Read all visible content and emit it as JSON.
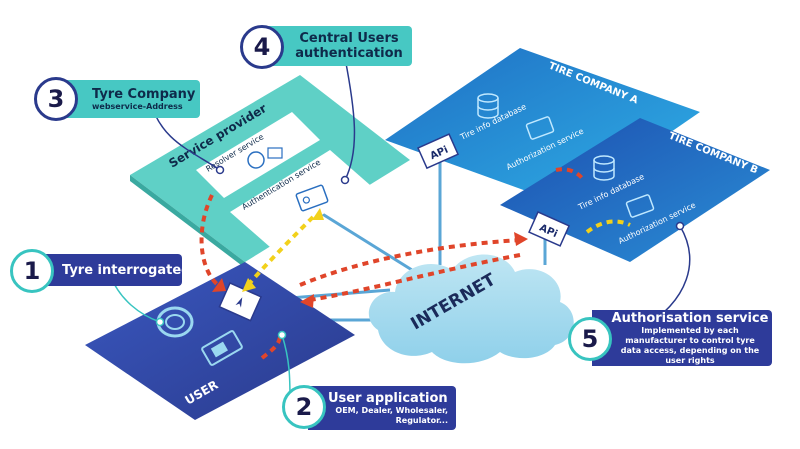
{
  "callouts": {
    "c1": {
      "number": "1",
      "title": "Tyre interrogated"
    },
    "c2": {
      "number": "2",
      "title": "User application",
      "subtitle": "OEM, Dealer, Wholesaler, Regulator..."
    },
    "c3": {
      "number": "3",
      "title": "Tyre Company",
      "subtitle": "webservice-Address"
    },
    "c4": {
      "number": "4",
      "title_line1": "Central Users",
      "title_line2": "authentication"
    },
    "c5": {
      "number": "5",
      "title": "Authorisation service",
      "subtitle": "Implemented by each manufacturer to control tyre data access, depending on the user rights"
    }
  },
  "planes": {
    "user": "USER",
    "service_provider": "Service provider",
    "resolver": "Resolver service",
    "authentication": "Authentication service",
    "company_a": "TIRE COMPANY A",
    "company_b": "TIRE COMPANY B",
    "tire_db": "Tire info database",
    "authorization": "Authorization service",
    "api": "APi"
  },
  "cloud": {
    "label": "INTERNET"
  },
  "colors": {
    "teal": "#47c8c3",
    "navy": "#2e3b9a",
    "arrow_red": "#e0452a",
    "arrow_yellow": "#f2d11b",
    "line_blue": "#5aa6d6"
  }
}
